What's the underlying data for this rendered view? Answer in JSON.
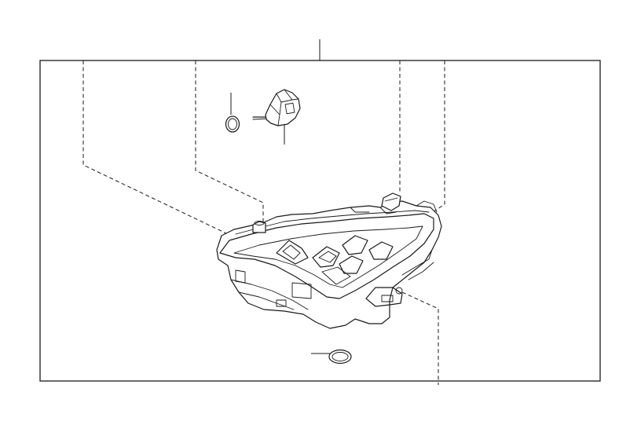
{
  "diagram": {
    "parts": [
      {
        "name": "headlamp-assembly"
      },
      {
        "name": "leveling-motor"
      },
      {
        "name": "motor-o-ring"
      },
      {
        "name": "bulb-socket-gasket"
      }
    ],
    "line_color": "#1a1a1a",
    "background": "#ffffff"
  }
}
